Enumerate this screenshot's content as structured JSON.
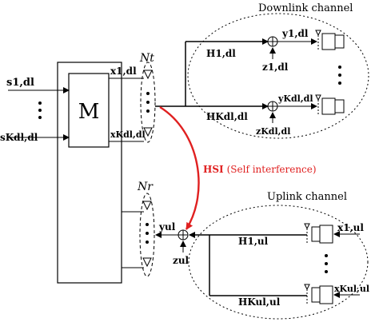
{
  "downlink": {
    "title": "Downlink channel",
    "user1": {
      "channel": "H1,dl",
      "noise": "z1,dl",
      "output": "y1,dl"
    },
    "userK": {
      "channel": "HKdl,dl",
      "noise": "zKdl,dl",
      "output": "yKdl,dl"
    }
  },
  "uplink": {
    "title": "Uplink channel",
    "user1": {
      "channel": "H1,ul",
      "input": "x1,ul"
    },
    "userK": {
      "channel": "HKul,ul",
      "input": "xKul,ul"
    },
    "noise": "zul",
    "output": "yul"
  },
  "bs": {
    "precoder": "M",
    "inputs": {
      "first": "s1,dl",
      "last": "sKdl,dl"
    },
    "outputs": {
      "first": "x1,dl",
      "last": "xKdl,dl"
    },
    "tx_antennas": "Nt",
    "rx_antennas": "Nr"
  },
  "self_interference": {
    "symbol": "HSI",
    "text": "(Self interference)"
  },
  "colors": {
    "self_interference": "#e02020",
    "lines": "#000000"
  }
}
